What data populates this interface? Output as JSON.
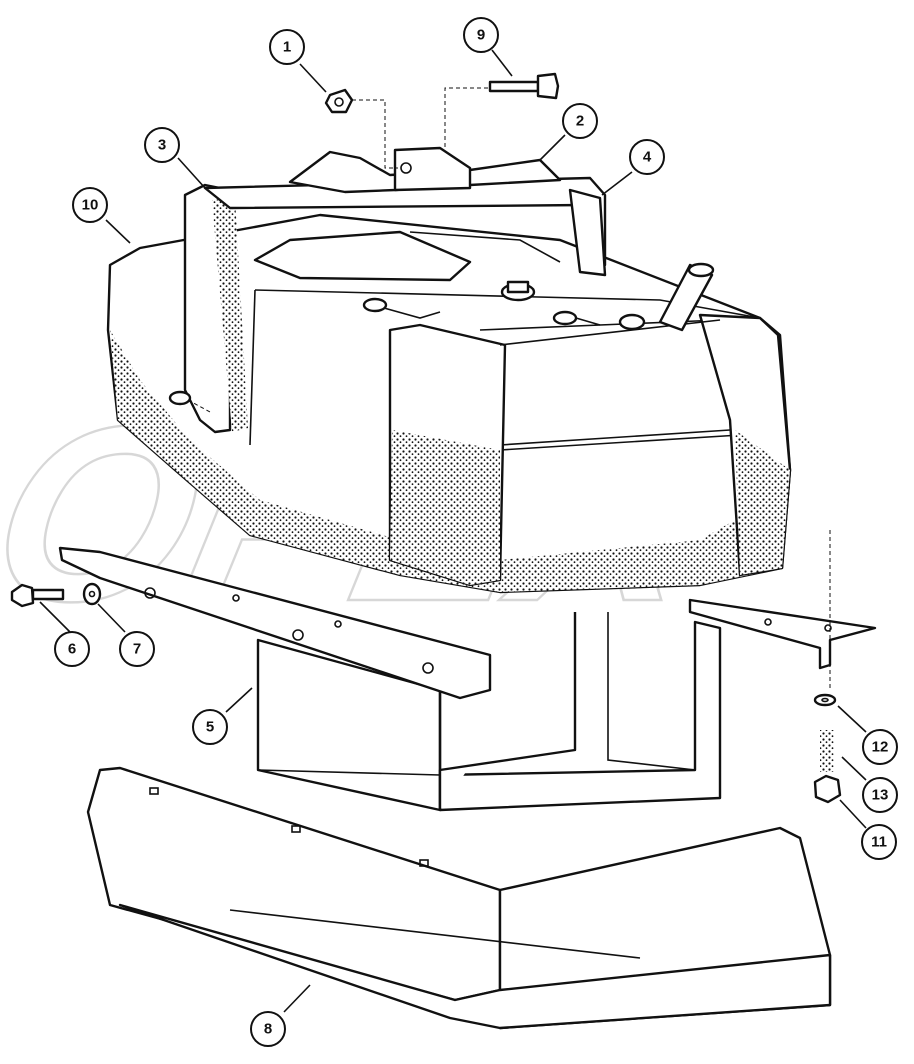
{
  "watermark": "OPEX",
  "colors": {
    "ink": "#111111",
    "watermark": "#b8b8b8",
    "paper": "#ffffff"
  },
  "callouts": [
    {
      "id": "1",
      "label": "1"
    },
    {
      "id": "2",
      "label": "2"
    },
    {
      "id": "3",
      "label": "3"
    },
    {
      "id": "4",
      "label": "4"
    },
    {
      "id": "5",
      "label": "5"
    },
    {
      "id": "6",
      "label": "6"
    },
    {
      "id": "7",
      "label": "7"
    },
    {
      "id": "8",
      "label": "8"
    },
    {
      "id": "9",
      "label": "9"
    },
    {
      "id": "10",
      "label": "10"
    },
    {
      "id": "11",
      "label": "11"
    },
    {
      "id": "12",
      "label": "12"
    },
    {
      "id": "13",
      "label": "13"
    }
  ]
}
